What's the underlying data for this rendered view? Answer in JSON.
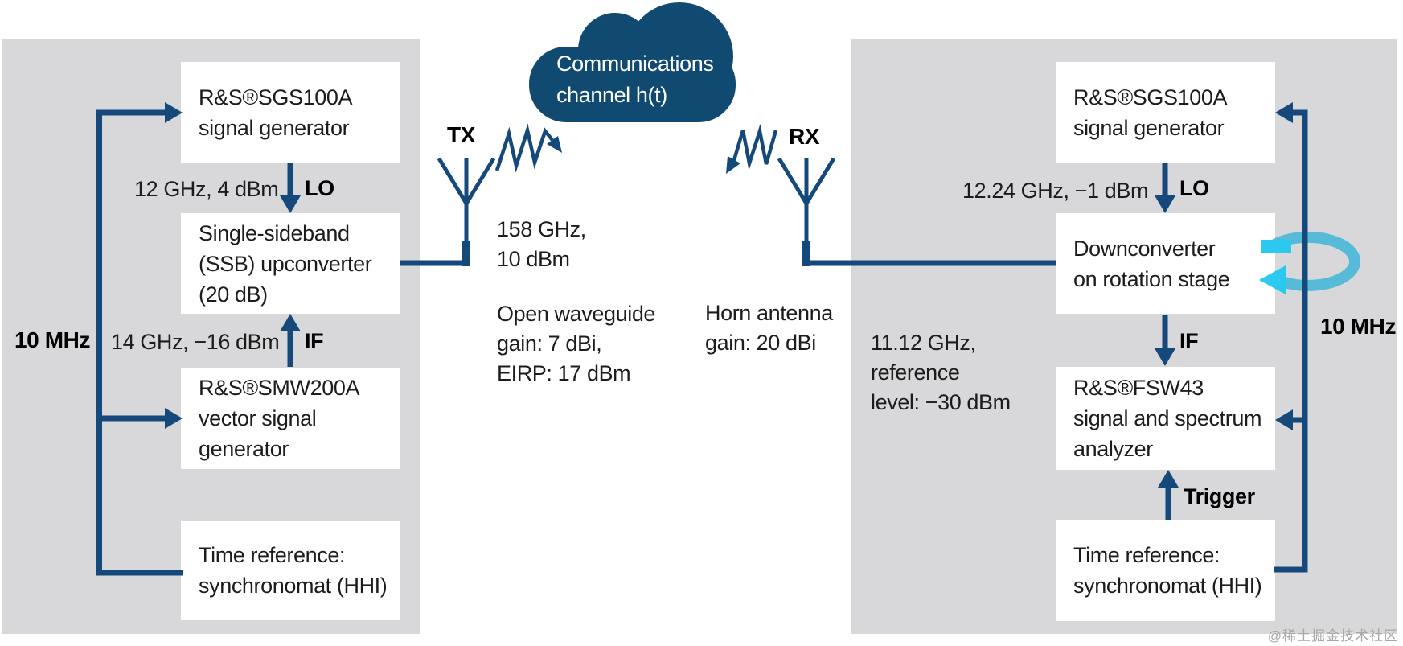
{
  "colors": {
    "navy_line": "#15497B",
    "cloud_fill": "#114A70",
    "panel_gray": "#D8D8DA",
    "cyan_loop": "#56BBD8",
    "cyan_bright": "#2BC9EF",
    "text": "#1C1C1C"
  },
  "cloud": {
    "lines": [
      "Communications",
      "channel h(t)"
    ]
  },
  "watermark": "@稀土掘金技术社区",
  "tx_side": {
    "ref_label": "10 MHz",
    "lo_note": "12 GHz, 4 dBm",
    "lo_label": "LO",
    "if_note": "14 GHz, −16 dBm",
    "if_label": "IF",
    "antenna_label": "TX",
    "signal_note": "158 GHz,\n10 dBm",
    "antenna_note": "Open waveguide\ngain: 7 dBi,\nEIRP: 17 dBm",
    "boxes": {
      "sgs": {
        "lines": [
          "R&S®SGS100A",
          "signal generator"
        ]
      },
      "ssb": {
        "lines": [
          "Single-sideband",
          "(SSB) upconverter",
          "(20 dB)"
        ]
      },
      "smw": {
        "lines": [
          "R&S®SMW200A",
          "vector signal",
          "generator"
        ]
      },
      "timeref": {
        "lines": [
          "Time reference:",
          "synchronomat (HHI)"
        ]
      }
    }
  },
  "rx_side": {
    "ref_label": "10 MHz",
    "antenna_label": "RX",
    "antenna_note": "Horn antenna\ngain: 20 dBi",
    "lo_note": "12.24 GHz, −1 dBm",
    "lo_label": "LO",
    "if_note": "11.12 GHz,\nreference\nlevel: −30 dBm",
    "if_label": "IF",
    "trigger_label": "Trigger",
    "boxes": {
      "sgs": {
        "lines": [
          "R&S®SGS100A",
          "signal generator"
        ]
      },
      "down": {
        "lines": [
          "Downconverter",
          "on rotation stage"
        ]
      },
      "fsw": {
        "lines": [
          "R&S®FSW43",
          "signal and spectrum",
          "analyzer"
        ]
      },
      "timeref": {
        "lines": [
          "Time reference:",
          "synchronomat (HHI)"
        ]
      }
    }
  }
}
